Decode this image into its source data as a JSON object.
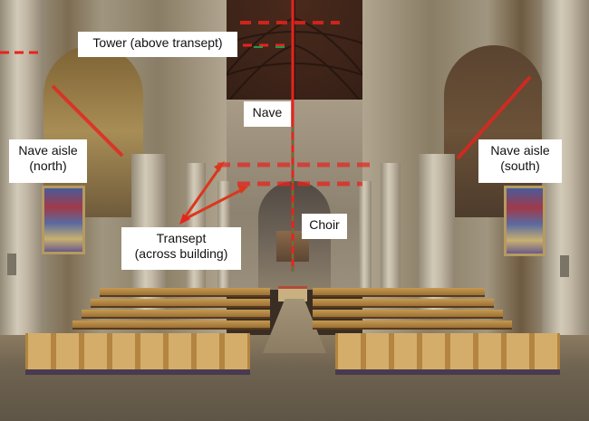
{
  "image": {
    "subject": "Cathedral interior looking east down the nave toward the choir",
    "annotation_color": "#e8231e",
    "secondary_line_color": "#1f9a4a"
  },
  "labels": {
    "tower": {
      "line1": "Tower (above transept)"
    },
    "nave": {
      "line1": "Nave"
    },
    "nave_aisle_north": {
      "line1": "Nave aisle",
      "line2": "(north)"
    },
    "nave_aisle_south": {
      "line1": "Nave aisle",
      "line2": "(south)"
    },
    "transept": {
      "line1": "Transept",
      "line2": "(across building)"
    },
    "choir": {
      "line1": "Choir"
    }
  }
}
